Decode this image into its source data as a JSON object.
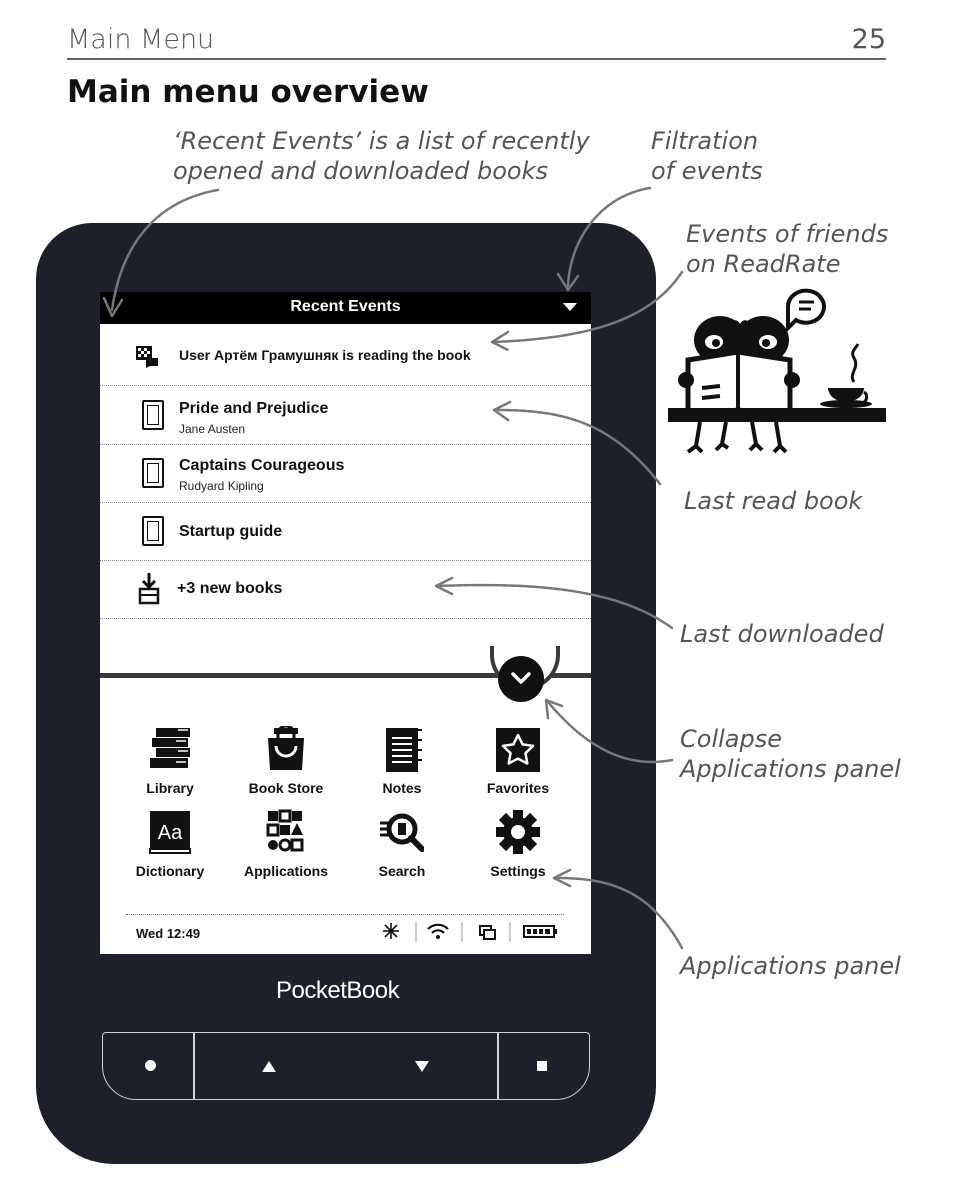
{
  "page": {
    "section": "Main Menu",
    "page_number": "25",
    "title": "Main menu overview"
  },
  "callouts": {
    "recent_events": "‘Recent Events’ is a list of recently\nopened and downloaded books",
    "filtration": "Filtration\nof events",
    "friends": "Events of friends\non ReadRate",
    "last_read": "Last read book",
    "last_downloaded": "Last downloaded",
    "collapse": "Collapse\nApplications panel",
    "apps_panel": "Applications panel"
  },
  "screen": {
    "topbar_title": "Recent Events",
    "events": [
      {
        "title": "User Артём Грамушняк is reading the book",
        "subtitle": "",
        "icon": "readrate-icon"
      },
      {
        "title": "Pride and Prejudice",
        "subtitle": "Jane Austen",
        "icon": "book-icon"
      },
      {
        "title": "Captains Courageous",
        "subtitle": "Rudyard Kipling",
        "icon": "book-icon"
      },
      {
        "title": "Startup guide",
        "subtitle": "",
        "icon": "book-icon"
      },
      {
        "title": "+3 new books",
        "subtitle": "",
        "icon": "download-icon"
      }
    ],
    "apps": [
      {
        "label": "Library",
        "icon": "library-icon"
      },
      {
        "label": "Book Store",
        "icon": "bookstore-icon"
      },
      {
        "label": "Notes",
        "icon": "notes-icon"
      },
      {
        "label": "Favorites",
        "icon": "star-icon"
      },
      {
        "label": "Dictionary",
        "icon": "dictionary-icon"
      },
      {
        "label": "Applications",
        "icon": "applications-icon"
      },
      {
        "label": "Search",
        "icon": "search-icon"
      },
      {
        "label": "Settings",
        "icon": "gear-icon"
      }
    ],
    "status": {
      "time": "Wed 12:49"
    }
  },
  "device": {
    "brand": "PocketBook"
  }
}
